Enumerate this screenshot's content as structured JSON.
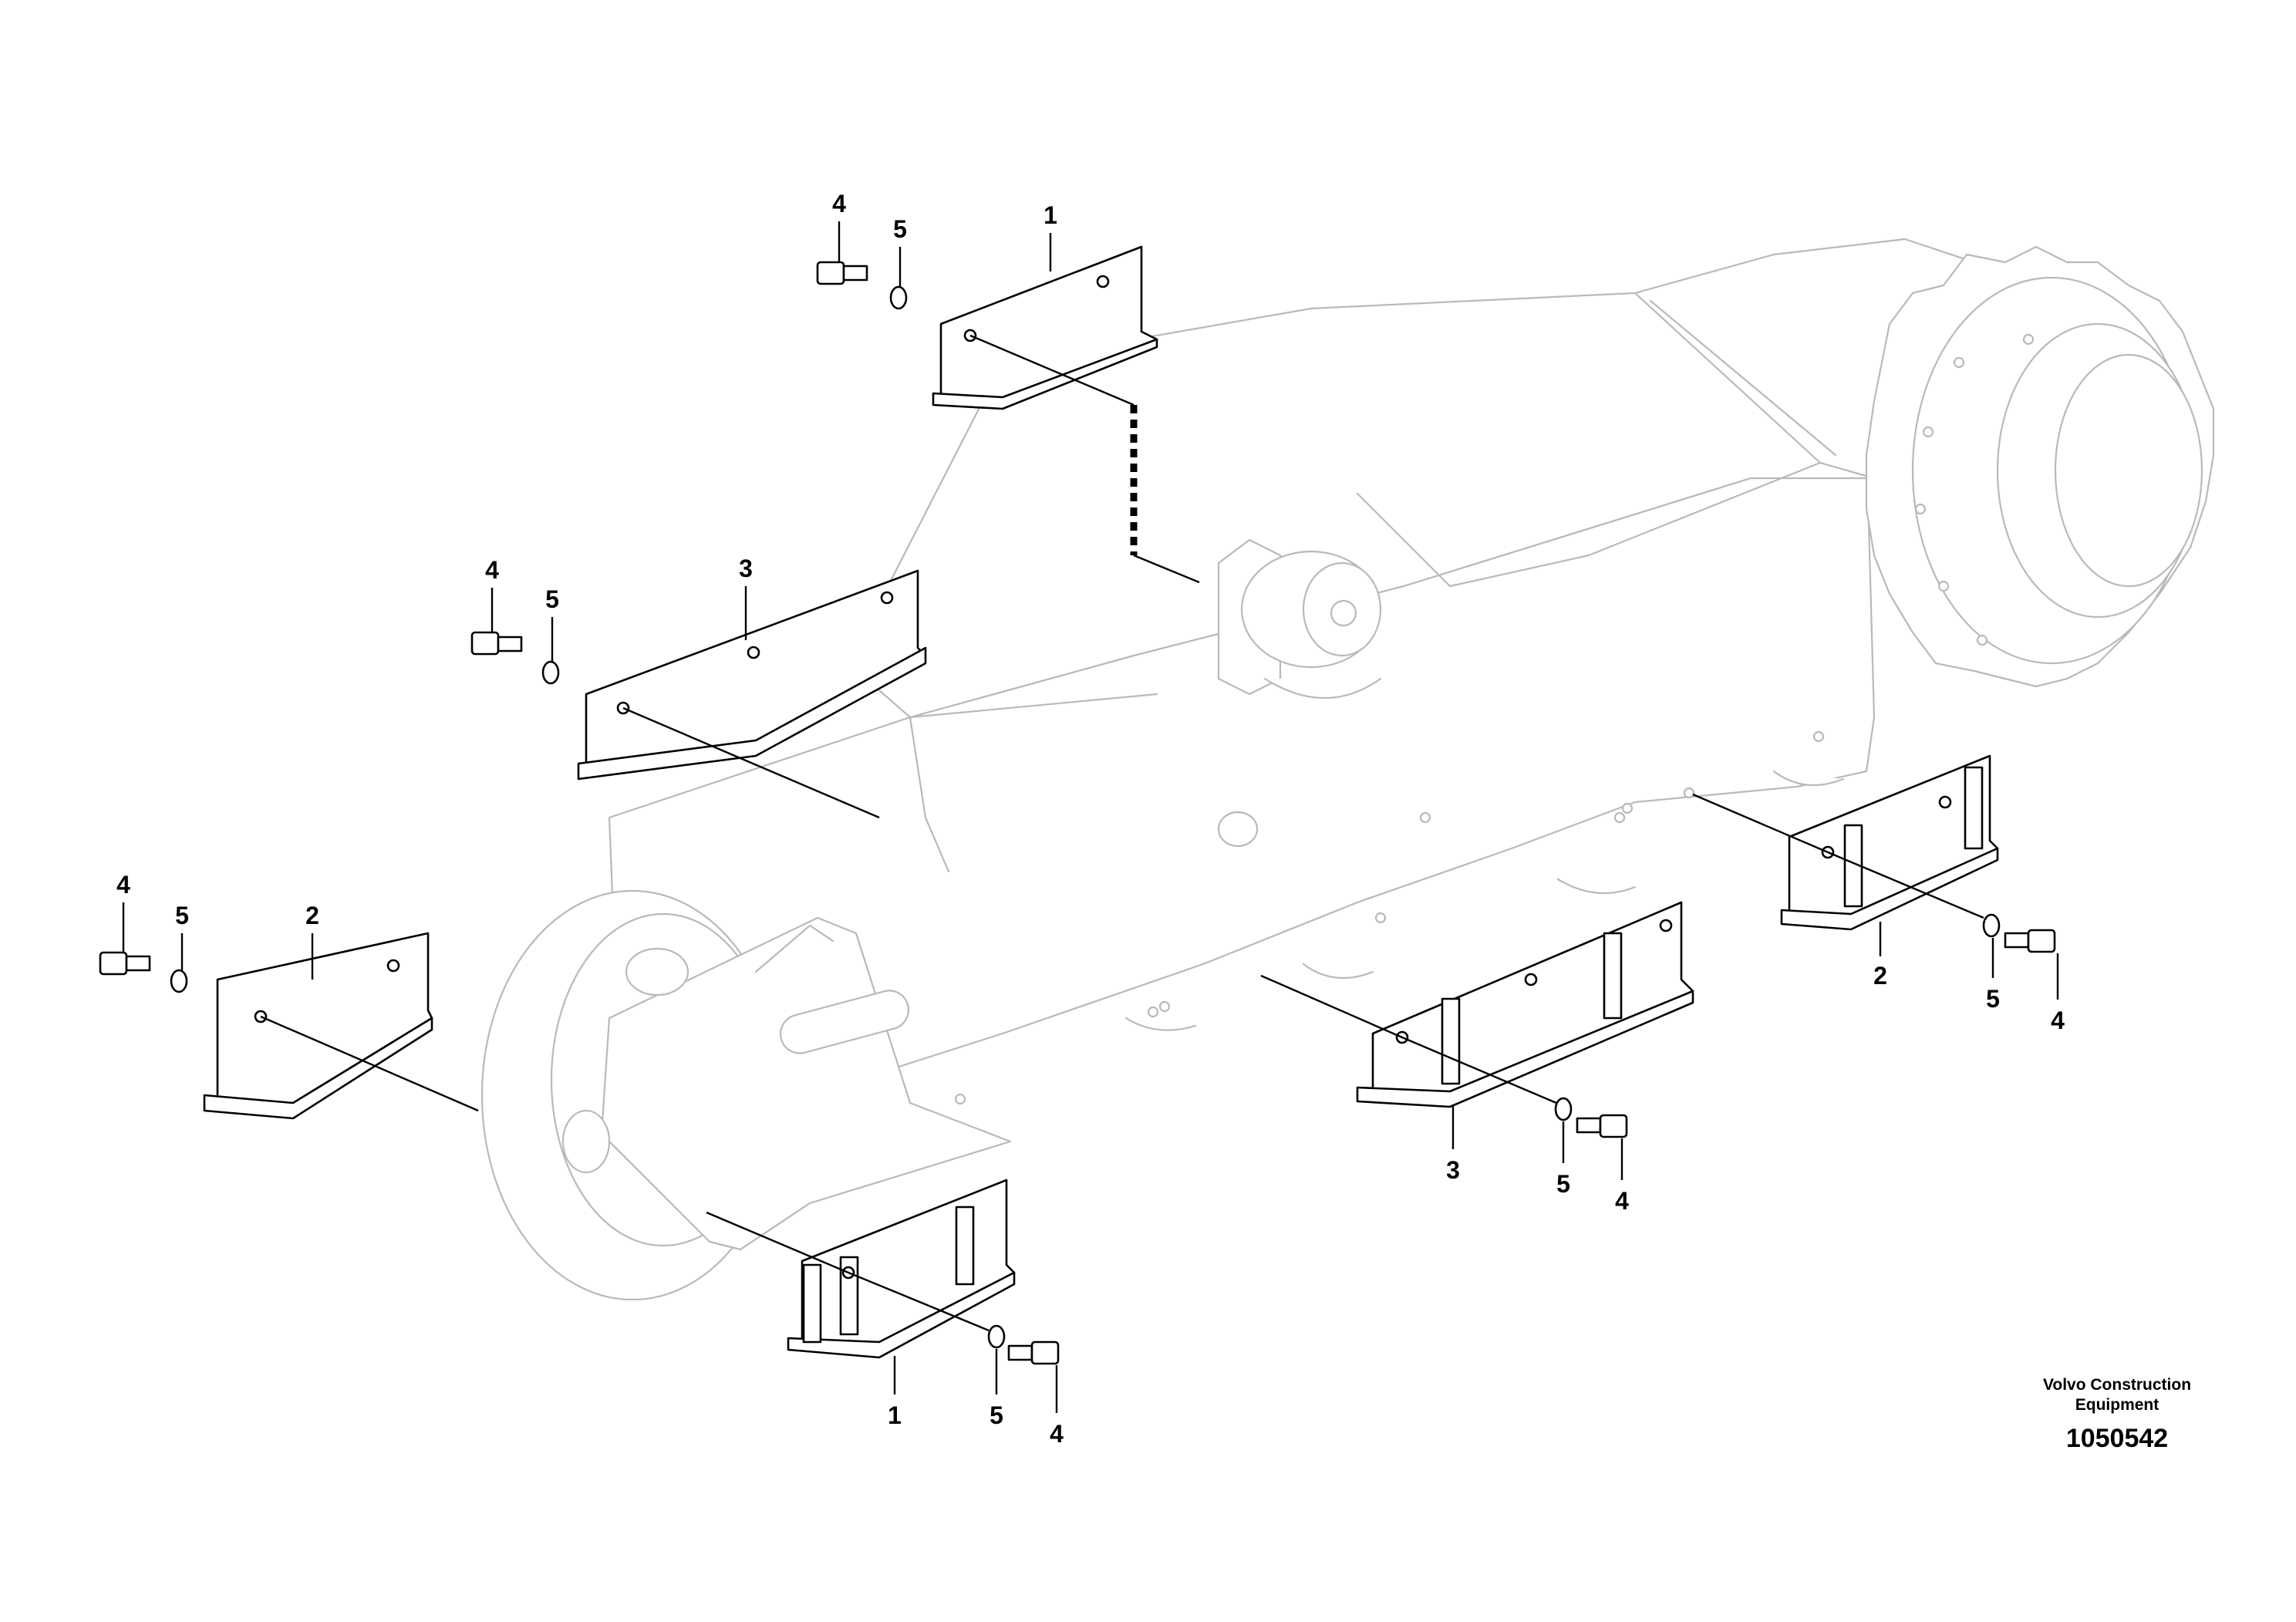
{
  "callouts": {
    "c1": {
      "part": "4",
      "washer": "5",
      "guard": "1"
    },
    "c2": {
      "part": "4",
      "washer": "5",
      "guard": "3"
    },
    "c3": {
      "part": "4",
      "washer": "5",
      "guard": "2"
    },
    "c4": {
      "guard": "2",
      "washer": "5",
      "part": "4"
    },
    "c5": {
      "guard": "3",
      "washer": "5",
      "part": "4"
    },
    "c6": {
      "guard": "1",
      "washer": "5",
      "part": "4"
    }
  },
  "footer": {
    "credit_line1": "Volvo Construction",
    "credit_line2": "Equipment",
    "doc_number": "1050542"
  }
}
